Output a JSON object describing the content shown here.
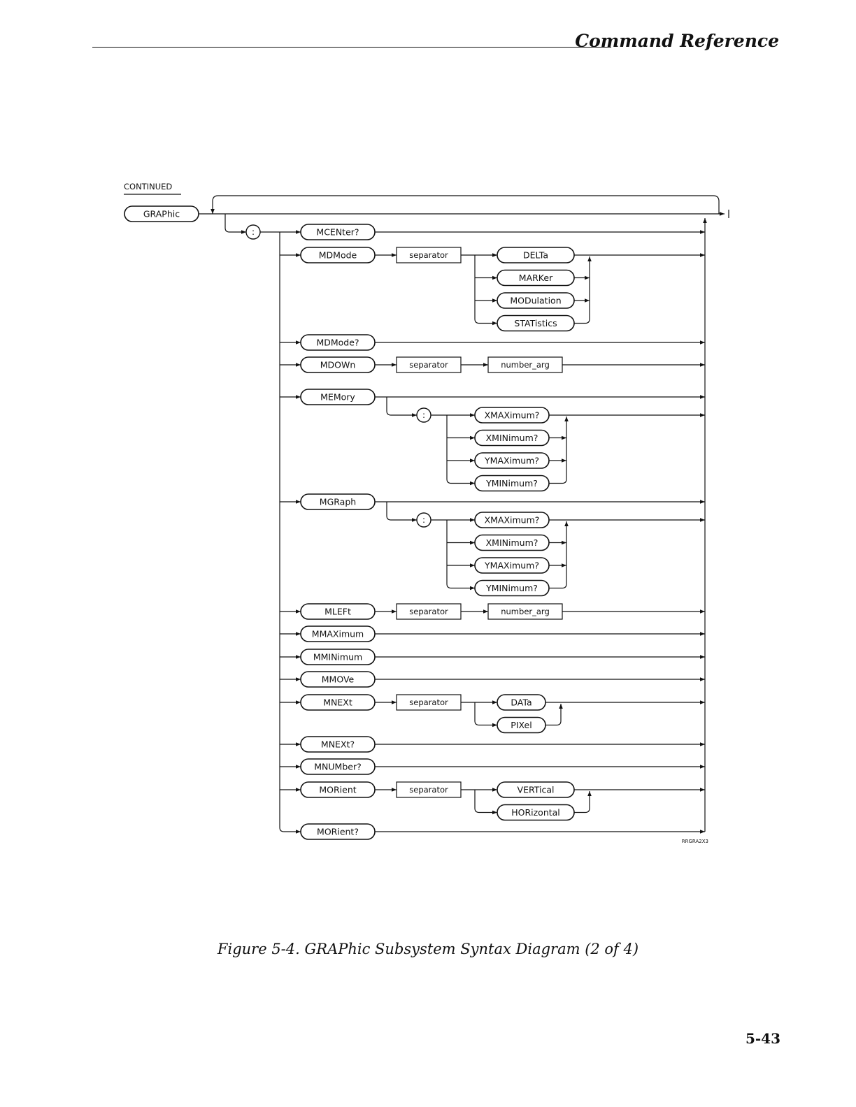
{
  "header": {
    "title": "Command Reference"
  },
  "figure": {
    "continued_label": "CONTINUED",
    "root": "GRAPhic",
    "separator_symbol": ":",
    "figure_code": "RRGRA2X3",
    "commands": [
      {
        "label": "MCENter?"
      },
      {
        "label": "MDMode",
        "separator": "separator",
        "options": [
          "DELTa",
          "MARKer",
          "MODulation",
          "STATistics"
        ]
      },
      {
        "label": "MDMode?"
      },
      {
        "label": "MDOWn",
        "separator": "separator",
        "argument": "number_arg"
      },
      {
        "label": "MEMory",
        "sub_separator": ":",
        "queries": [
          "XMAXimum?",
          "XMINimum?",
          "YMAXimum?",
          "YMINimum?"
        ]
      },
      {
        "label": "MGRaph",
        "sub_separator": ":",
        "queries": [
          "XMAXimum?",
          "XMINimum?",
          "YMAXimum?",
          "YMINimum?"
        ]
      },
      {
        "label": "MLEFt",
        "separator": "separator",
        "argument": "number_arg"
      },
      {
        "label": "MMAXimum"
      },
      {
        "label": "MMINimum"
      },
      {
        "label": "MMOVe"
      },
      {
        "label": "MNEXt",
        "separator": "separator",
        "options": [
          "DATa",
          "PIXel"
        ]
      },
      {
        "label": "MNEXt?"
      },
      {
        "label": "MNUMber?"
      },
      {
        "label": "MORient",
        "separator": "separator",
        "options": [
          "VERTical",
          "HORizontal"
        ]
      },
      {
        "label": "MORient?"
      }
    ]
  },
  "caption": "Figure 5-4. GRAPhic Subsystem Syntax Diagram (2 of 4)",
  "page_number": "5-43"
}
